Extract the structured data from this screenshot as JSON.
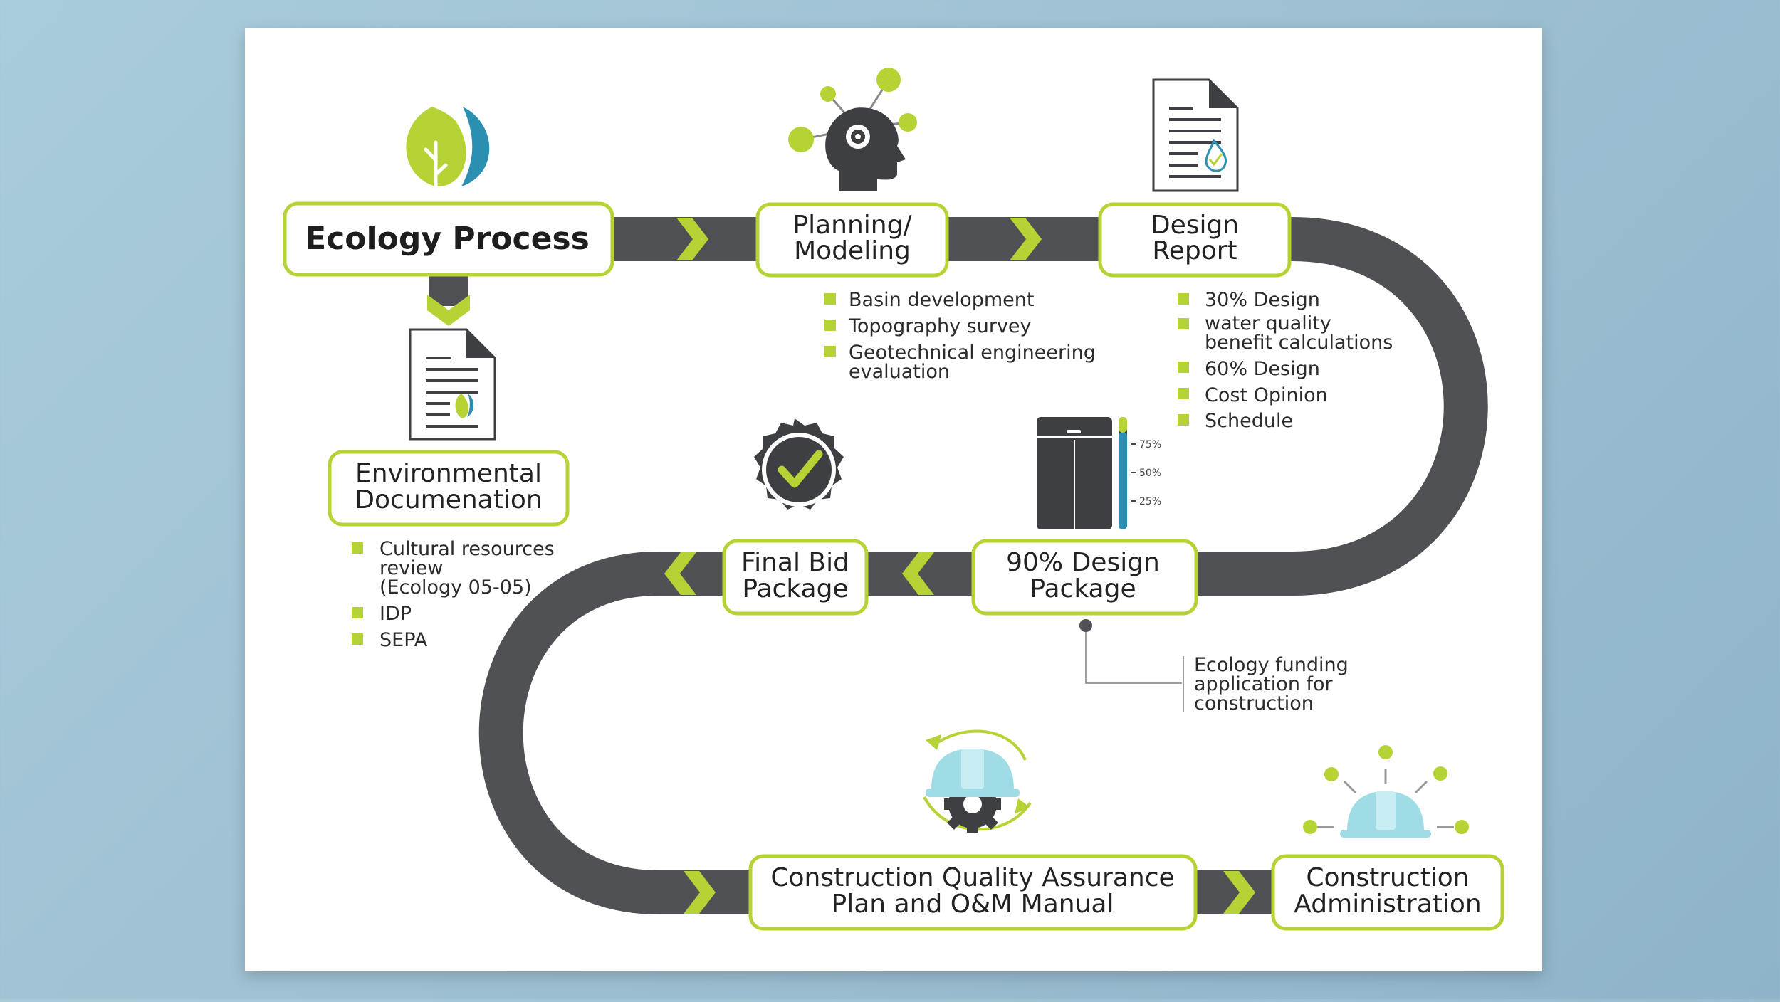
{
  "title": "Ecology Process",
  "steps": {
    "planning": [
      "Planning/",
      "Modeling"
    ],
    "design_report": [
      "Design",
      "Report"
    ],
    "env_doc": [
      "Environmental",
      "Documenation"
    ],
    "design90": [
      "90% Design",
      "Package"
    ],
    "final_bid": [
      "Final Bid",
      "Package"
    ],
    "cqa": [
      "Construction Quality Assurance",
      "Plan and O&M Manual"
    ],
    "con_admin": [
      "Construction",
      "Administration"
    ]
  },
  "bullets": {
    "planning": [
      [
        "Basin development"
      ],
      [
        "Topography survey"
      ],
      [
        "Geotechnical engineering",
        "evaluation"
      ]
    ],
    "design_report": [
      [
        "30% Design"
      ],
      [
        "water quality",
        "benefit calculations"
      ],
      [
        "60% Design"
      ],
      [
        "Cost Opinion"
      ],
      [
        "Schedule"
      ]
    ],
    "env_doc": [
      [
        "Cultural resources",
        "review",
        "(Ecology 05-05)"
      ],
      [
        "IDP"
      ],
      [
        "SEPA"
      ]
    ]
  },
  "note": [
    "Ecology funding",
    "application for",
    "construction"
  ],
  "gauge_labels": [
    "75%",
    "50%",
    "25%"
  ],
  "colors": {
    "accent": "#b5d334",
    "path": "#505154",
    "dark_icon": "#3e3f42",
    "teal": "#2a8fb0",
    "helmet": "#9fdce6"
  },
  "icons": [
    "leaf-icon",
    "head-gear-icon",
    "document-water-icon",
    "document-leaf-icon",
    "check-badge-icon",
    "gauge-icon",
    "helmet-gear-icon",
    "helmet-icon"
  ]
}
